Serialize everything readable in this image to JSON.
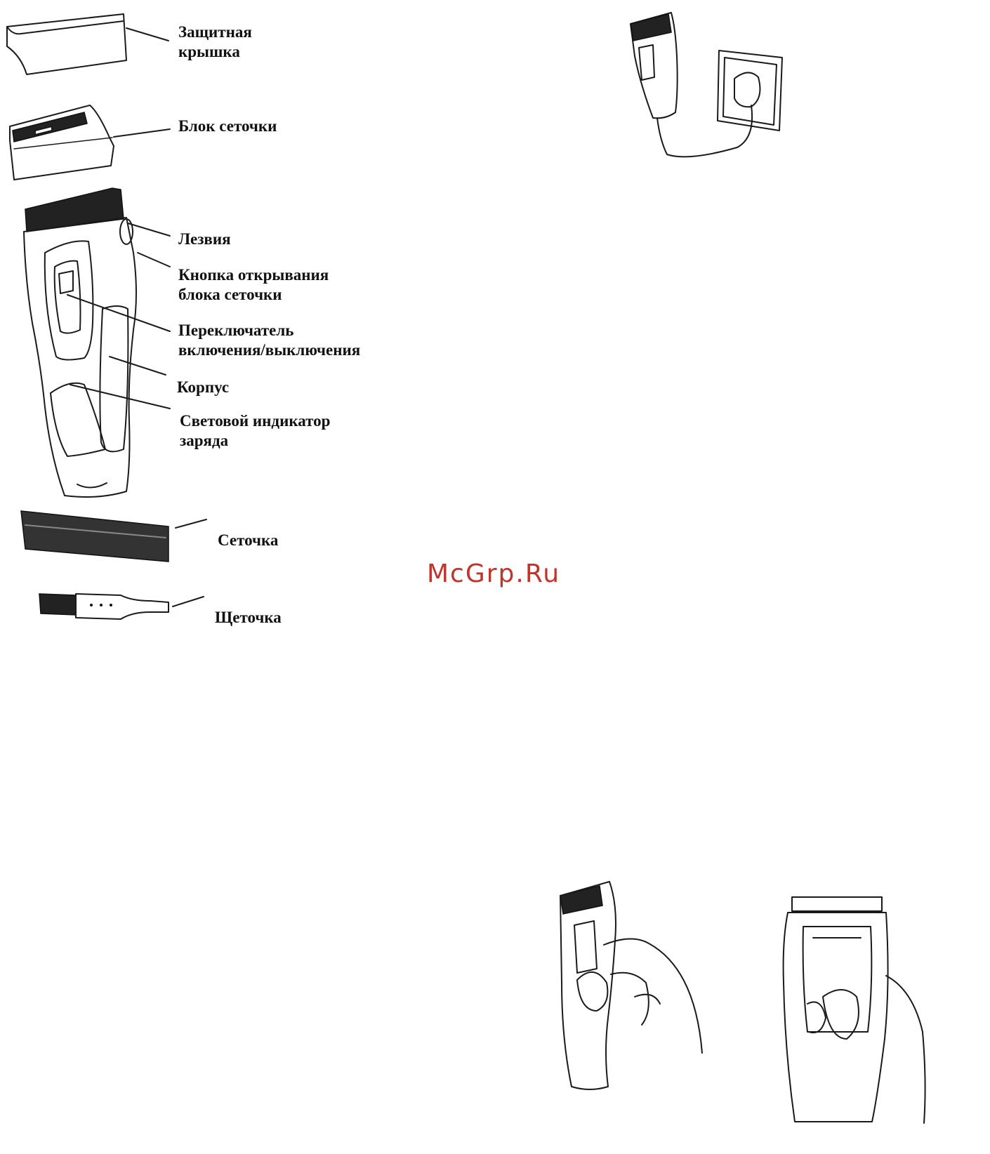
{
  "labels": {
    "cover": [
      "Защитная",
      "крышка"
    ],
    "foil_block": "Блок сеточки",
    "blades": "Лезвия",
    "release_button": [
      "Кнопка открывания",
      "блока сеточки"
    ],
    "power_switch": [
      "Переключатель",
      "включения/выключения"
    ],
    "body": "Корпус",
    "charge_indicator": [
      "Световой индикатор",
      "заряда"
    ],
    "foil": "Сеточка",
    "brush": "Щеточка"
  },
  "watermark": "McGrp.Ru"
}
